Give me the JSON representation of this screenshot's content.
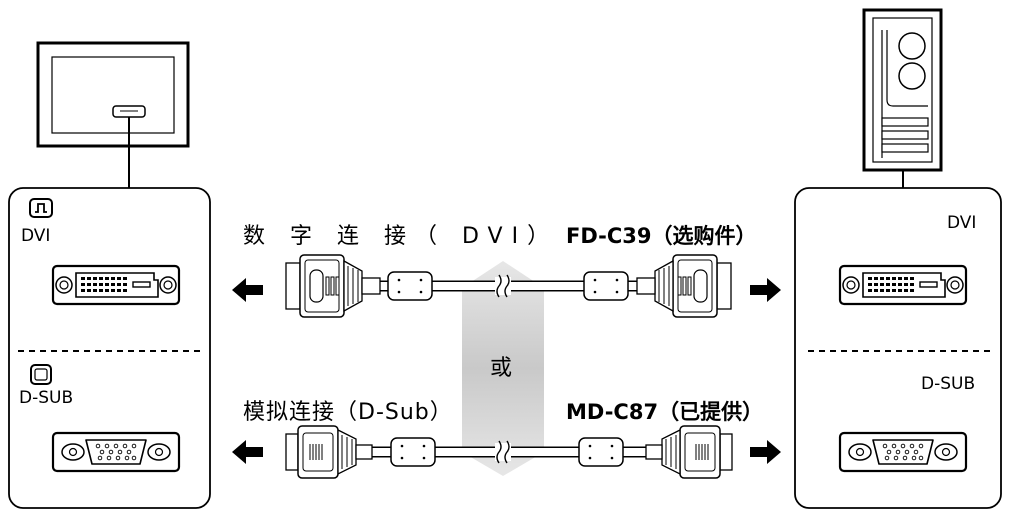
{
  "left_panel": {
    "dvi_label": "DVI",
    "dsub_label": "D-SUB"
  },
  "right_panel": {
    "dvi_label": "DVI",
    "dsub_label": "D-SUB"
  },
  "connections": {
    "digital": {
      "caption": "数 字 连 接（ DVI）",
      "cable_model": "FD-C39（选购件）"
    },
    "separator": "或",
    "analog": {
      "caption": "模拟连接（D-Sub）",
      "cable_model": "MD-C87（已提供）"
    }
  },
  "icons": {
    "monitor": "monitor-icon",
    "pc_tower": "pc-tower-icon",
    "dvi_symbol": "dvi-port-symbol-icon",
    "dsub_symbol": "dsub-port-symbol-icon",
    "arrow_left": "arrow-left-icon",
    "arrow_right": "arrow-right-icon",
    "dvi_plug": "dvi-cable-connector-icon",
    "dsub_plug": "dsub-cable-connector-icon",
    "cable_break": "cable-break-icon"
  }
}
